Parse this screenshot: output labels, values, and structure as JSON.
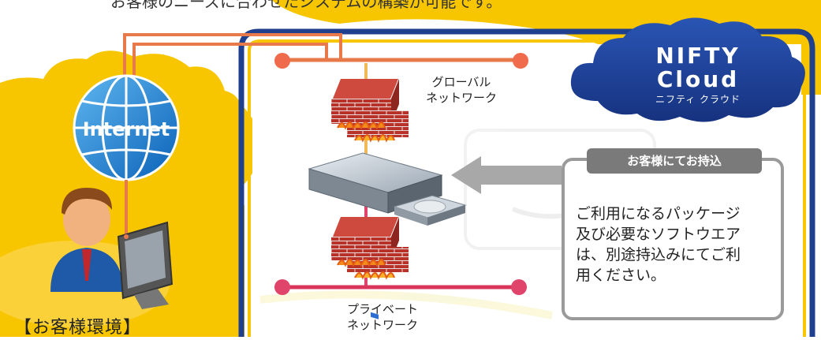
{
  "header_text": "お客様のニーズに合わせたシステムの構築が可能です。",
  "cloud": {
    "title_line1": "NIFTY",
    "title_line2": "Cloud",
    "subtitle": "ニフティ クラウド"
  },
  "internet_label": "Internet",
  "global_network": {
    "line1": "グローバル",
    "line2": "ネットワーク"
  },
  "private_network": {
    "line1": "プライベート",
    "line2": "ネットワーク"
  },
  "customer_env_label": "【お客様環境】",
  "bring_in": {
    "tab_label": "お客様にてお持込",
    "line1": "ご利用になるパッケージ",
    "line2": "及び必要なソフトウエア",
    "line3": "は、別途持込みにてご利",
    "line4": "用ください。"
  },
  "colors": {
    "yellow": "#f7c600",
    "navy": "#1f3f8f",
    "orange_line": "#e8794a",
    "pink_line": "#d9345a",
    "firewall": "#c0392b"
  }
}
